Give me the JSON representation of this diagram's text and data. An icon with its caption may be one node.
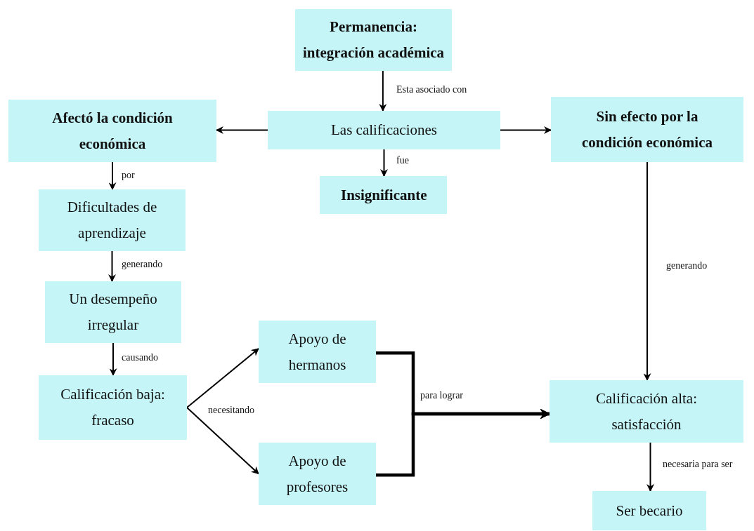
{
  "diagram": {
    "nodes": [
      {
        "text": [
          "Permanencia: integración académica"
        ]
      },
      {
        "text": [
          "Las calificaciones"
        ]
      },
      {
        "text": [
          "Afectó la condición económica"
        ]
      },
      {
        "text": [
          "Sin efecto por la condición económica"
        ]
      },
      {
        "text": [
          "Insignificante"
        ]
      },
      {
        "text": [
          "Dificultades de aprendizaje"
        ]
      },
      {
        "text": [
          "Un desempeño irregular"
        ]
      },
      {
        "text": [
          "Calificación baja: fracaso"
        ]
      },
      {
        "text": [
          "Apoyo de hermanos"
        ]
      },
      {
        "text": [
          "Apoyo de profesores"
        ]
      },
      {
        "text": [
          "Calificación alta: satisfacción"
        ]
      },
      {
        "text": [
          "Ser becario"
        ]
      }
    ],
    "edges": [
      {
        "from": 0,
        "to": 1,
        "arrow": "to",
        "label": "Esta asociado con"
      },
      {
        "from": 1,
        "to": 2,
        "arrow": "to"
      },
      {
        "from": 1,
        "to": 3,
        "arrow": "to"
      },
      {
        "from": 1,
        "to": 4,
        "arrow": "to",
        "label": "fue"
      },
      {
        "from": 2,
        "to": 5,
        "arrow": "to",
        "label": "por"
      },
      {
        "from": 5,
        "to": 6,
        "arrow": "to",
        "label": "generando"
      },
      {
        "from": 6,
        "to": 7,
        "arrow": "to",
        "label": "causando"
      },
      {
        "from": 7,
        "to": 8,
        "arrow": "to",
        "label": "necesitando"
      },
      {
        "from": 7,
        "to": 9,
        "arrow": "to"
      },
      {
        "from": 8,
        "to": 10,
        "arrow": "to",
        "style": "thick",
        "label": "para lograr"
      },
      {
        "from": 9,
        "to": 10,
        "arrow": "to",
        "style": "thick"
      },
      {
        "from": 3,
        "to": 10,
        "arrow": "to",
        "label": "generando"
      },
      {
        "from": 10,
        "to": 11,
        "arrow": "to",
        "label": "necesaria para ser"
      }
    ]
  }
}
